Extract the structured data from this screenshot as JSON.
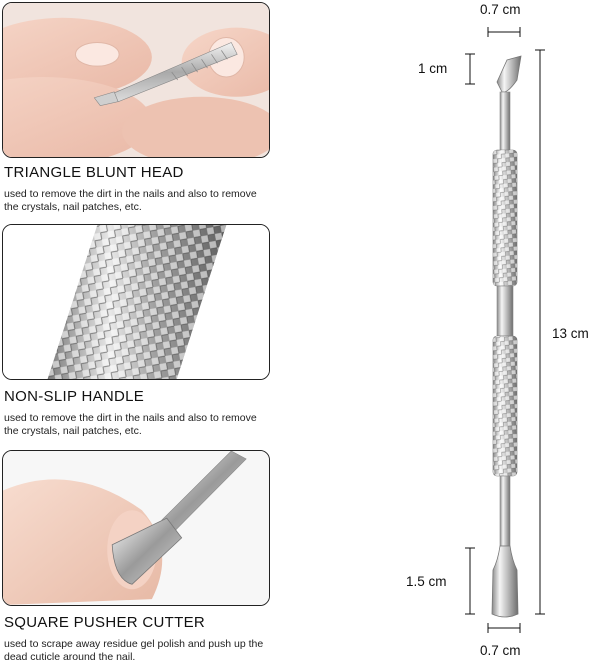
{
  "features": [
    {
      "title": "TRIANGLE BLUNT HEAD",
      "description": "used to remove the dirt in the nails and also to remove the crystals, nail patches, etc."
    },
    {
      "title": "NON-SLIP HANDLE",
      "description": "used to remove the dirt in the nails and also to remove the crystals, nail patches, etc."
    },
    {
      "title": "SQUARE PUSHER CUTTER",
      "description": "used to scrape away residue gel polish and push up the dead cuticle around the nail."
    }
  ],
  "dimensions": {
    "top_width": "0.7 cm",
    "head_length": "1 cm",
    "total_length": "13 cm",
    "pusher_length": "1.5 cm",
    "bottom_width": "0.7 cm"
  }
}
